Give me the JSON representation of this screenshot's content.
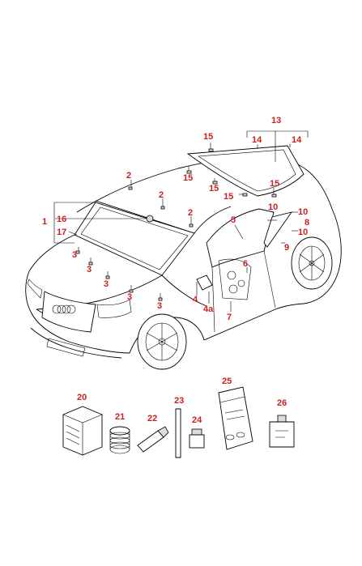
{
  "callouts": [
    {
      "id": "c1",
      "text": "1"
    },
    {
      "id": "c2a",
      "text": "2"
    },
    {
      "id": "c2b",
      "text": "2"
    },
    {
      "id": "c2c",
      "text": "2"
    },
    {
      "id": "c3a",
      "text": "3"
    },
    {
      "id": "c3b",
      "text": "3"
    },
    {
      "id": "c3c",
      "text": "3"
    },
    {
      "id": "c3d",
      "text": "3"
    },
    {
      "id": "c3e",
      "text": "3"
    },
    {
      "id": "c4",
      "text": "4"
    },
    {
      "id": "c4a",
      "text": "4a"
    },
    {
      "id": "c5",
      "text": "5"
    },
    {
      "id": "c6",
      "text": "6"
    },
    {
      "id": "c7",
      "text": "7"
    },
    {
      "id": "c8",
      "text": "8"
    },
    {
      "id": "c9",
      "text": "9"
    },
    {
      "id": "c10a",
      "text": "10"
    },
    {
      "id": "c10b",
      "text": "10"
    },
    {
      "id": "c10c",
      "text": "10"
    },
    {
      "id": "c13",
      "text": "13"
    },
    {
      "id": "c14a",
      "text": "14"
    },
    {
      "id": "c14b",
      "text": "14"
    },
    {
      "id": "c15a",
      "text": "15"
    },
    {
      "id": "c15b",
      "text": "15"
    },
    {
      "id": "c15c",
      "text": "15"
    },
    {
      "id": "c15d",
      "text": "15"
    },
    {
      "id": "c15e",
      "text": "15"
    },
    {
      "id": "c16",
      "text": "16"
    },
    {
      "id": "c17",
      "text": "17"
    },
    {
      "id": "c20",
      "text": "20"
    },
    {
      "id": "c21",
      "text": "21"
    },
    {
      "id": "c22",
      "text": "22"
    },
    {
      "id": "c23",
      "text": "23"
    },
    {
      "id": "c24",
      "text": "24"
    },
    {
      "id": "c25",
      "text": "25"
    },
    {
      "id": "c26",
      "text": "26"
    }
  ],
  "colors": {
    "callout": "#cc1f1f",
    "line": "#000000",
    "background": "#ffffff"
  }
}
